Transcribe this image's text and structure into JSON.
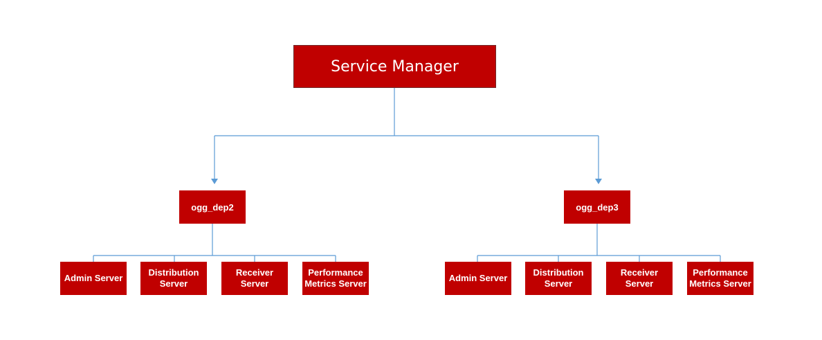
{
  "diagram": {
    "root": {
      "label": "Service Manager"
    },
    "deployments": [
      {
        "label": "ogg_dep2",
        "servers": [
          {
            "label": "Admin Server"
          },
          {
            "label": "Distribution\nServer"
          },
          {
            "label": "Receiver\nServer"
          },
          {
            "label": "Performance\nMetrics Server"
          }
        ]
      },
      {
        "label": "ogg_dep3",
        "servers": [
          {
            "label": "Admin Server"
          },
          {
            "label": "Distribution\nServer"
          },
          {
            "label": "Receiver\nServer"
          },
          {
            "label": "Performance\nMetrics Server"
          }
        ]
      }
    ],
    "colors": {
      "node_fill": "#c00000",
      "node_text": "#ffffff",
      "connector": "#5b9bd5"
    }
  }
}
